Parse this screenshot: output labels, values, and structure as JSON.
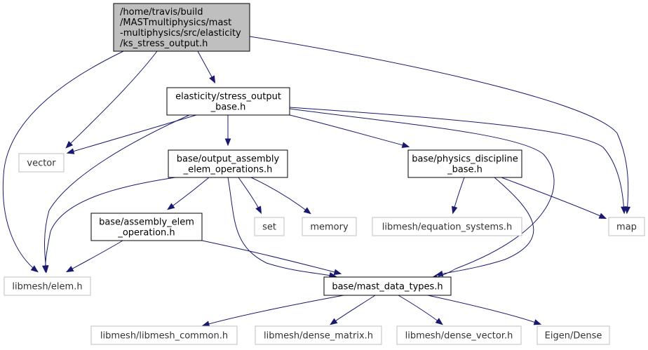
{
  "diagram": {
    "colors": {
      "edge": "#191970",
      "root_fill": "#bfbfbf",
      "node_border": "#000000",
      "external_border": "#bfbfbf",
      "external_text": "#333333",
      "background": "#ffffff"
    },
    "nodes": [
      {
        "id": "ks_stress_output",
        "lines": [
          "/home/travis/build",
          "/MASTmultiphysics/mast",
          "-multiphysics/src/elasticity",
          "/ks_stress_output.h"
        ],
        "kind": "root"
      },
      {
        "id": "stress_output_base",
        "lines": [
          "elasticity/stress_output",
          "_base.h"
        ],
        "kind": "internal"
      },
      {
        "id": "vector",
        "lines": [
          "vector"
        ],
        "kind": "external"
      },
      {
        "id": "output_assembly_elem_operations",
        "lines": [
          "base/output_assembly",
          "_elem_operations.h"
        ],
        "kind": "internal"
      },
      {
        "id": "physics_discipline_base",
        "lines": [
          "base/physics_discipline",
          "_base.h"
        ],
        "kind": "internal"
      },
      {
        "id": "map",
        "lines": [
          "map"
        ],
        "kind": "external"
      },
      {
        "id": "assembly_elem_operation",
        "lines": [
          "base/assembly_elem",
          "_operation.h"
        ],
        "kind": "internal"
      },
      {
        "id": "set",
        "lines": [
          "set"
        ],
        "kind": "external"
      },
      {
        "id": "memory",
        "lines": [
          "memory"
        ],
        "kind": "external"
      },
      {
        "id": "equation_systems",
        "lines": [
          "libmesh/equation_systems.h"
        ],
        "kind": "external"
      },
      {
        "id": "elem",
        "lines": [
          "libmesh/elem.h"
        ],
        "kind": "external"
      },
      {
        "id": "mast_data_types",
        "lines": [
          "base/mast_data_types.h"
        ],
        "kind": "internal"
      },
      {
        "id": "libmesh_common",
        "lines": [
          "libmesh/libmesh_common.h"
        ],
        "kind": "external"
      },
      {
        "id": "dense_matrix",
        "lines": [
          "libmesh/dense_matrix.h"
        ],
        "kind": "external"
      },
      {
        "id": "dense_vector",
        "lines": [
          "libmesh/dense_vector.h"
        ],
        "kind": "external"
      },
      {
        "id": "eigen_dense",
        "lines": [
          "Eigen/Dense"
        ],
        "kind": "external"
      }
    ],
    "edges": [
      {
        "from": "ks_stress_output",
        "to": "stress_output_base"
      },
      {
        "from": "ks_stress_output",
        "to": "vector"
      },
      {
        "from": "ks_stress_output",
        "to": "elem"
      },
      {
        "from": "ks_stress_output",
        "to": "map"
      },
      {
        "from": "stress_output_base",
        "to": "vector"
      },
      {
        "from": "stress_output_base",
        "to": "elem"
      },
      {
        "from": "stress_output_base",
        "to": "output_assembly_elem_operations"
      },
      {
        "from": "stress_output_base",
        "to": "physics_discipline_base"
      },
      {
        "from": "stress_output_base",
        "to": "map"
      },
      {
        "from": "stress_output_base",
        "to": "mast_data_types"
      },
      {
        "from": "output_assembly_elem_operations",
        "to": "elem"
      },
      {
        "from": "output_assembly_elem_operations",
        "to": "assembly_elem_operation"
      },
      {
        "from": "output_assembly_elem_operations",
        "to": "set"
      },
      {
        "from": "output_assembly_elem_operations",
        "to": "memory"
      },
      {
        "from": "output_assembly_elem_operations",
        "to": "mast_data_types"
      },
      {
        "from": "physics_discipline_base",
        "to": "equation_systems"
      },
      {
        "from": "physics_discipline_base",
        "to": "map"
      },
      {
        "from": "physics_discipline_base",
        "to": "mast_data_types"
      },
      {
        "from": "assembly_elem_operation",
        "to": "elem"
      },
      {
        "from": "assembly_elem_operation",
        "to": "mast_data_types"
      },
      {
        "from": "mast_data_types",
        "to": "libmesh_common"
      },
      {
        "from": "mast_data_types",
        "to": "dense_matrix"
      },
      {
        "from": "mast_data_types",
        "to": "dense_vector"
      },
      {
        "from": "mast_data_types",
        "to": "eigen_dense"
      }
    ]
  }
}
